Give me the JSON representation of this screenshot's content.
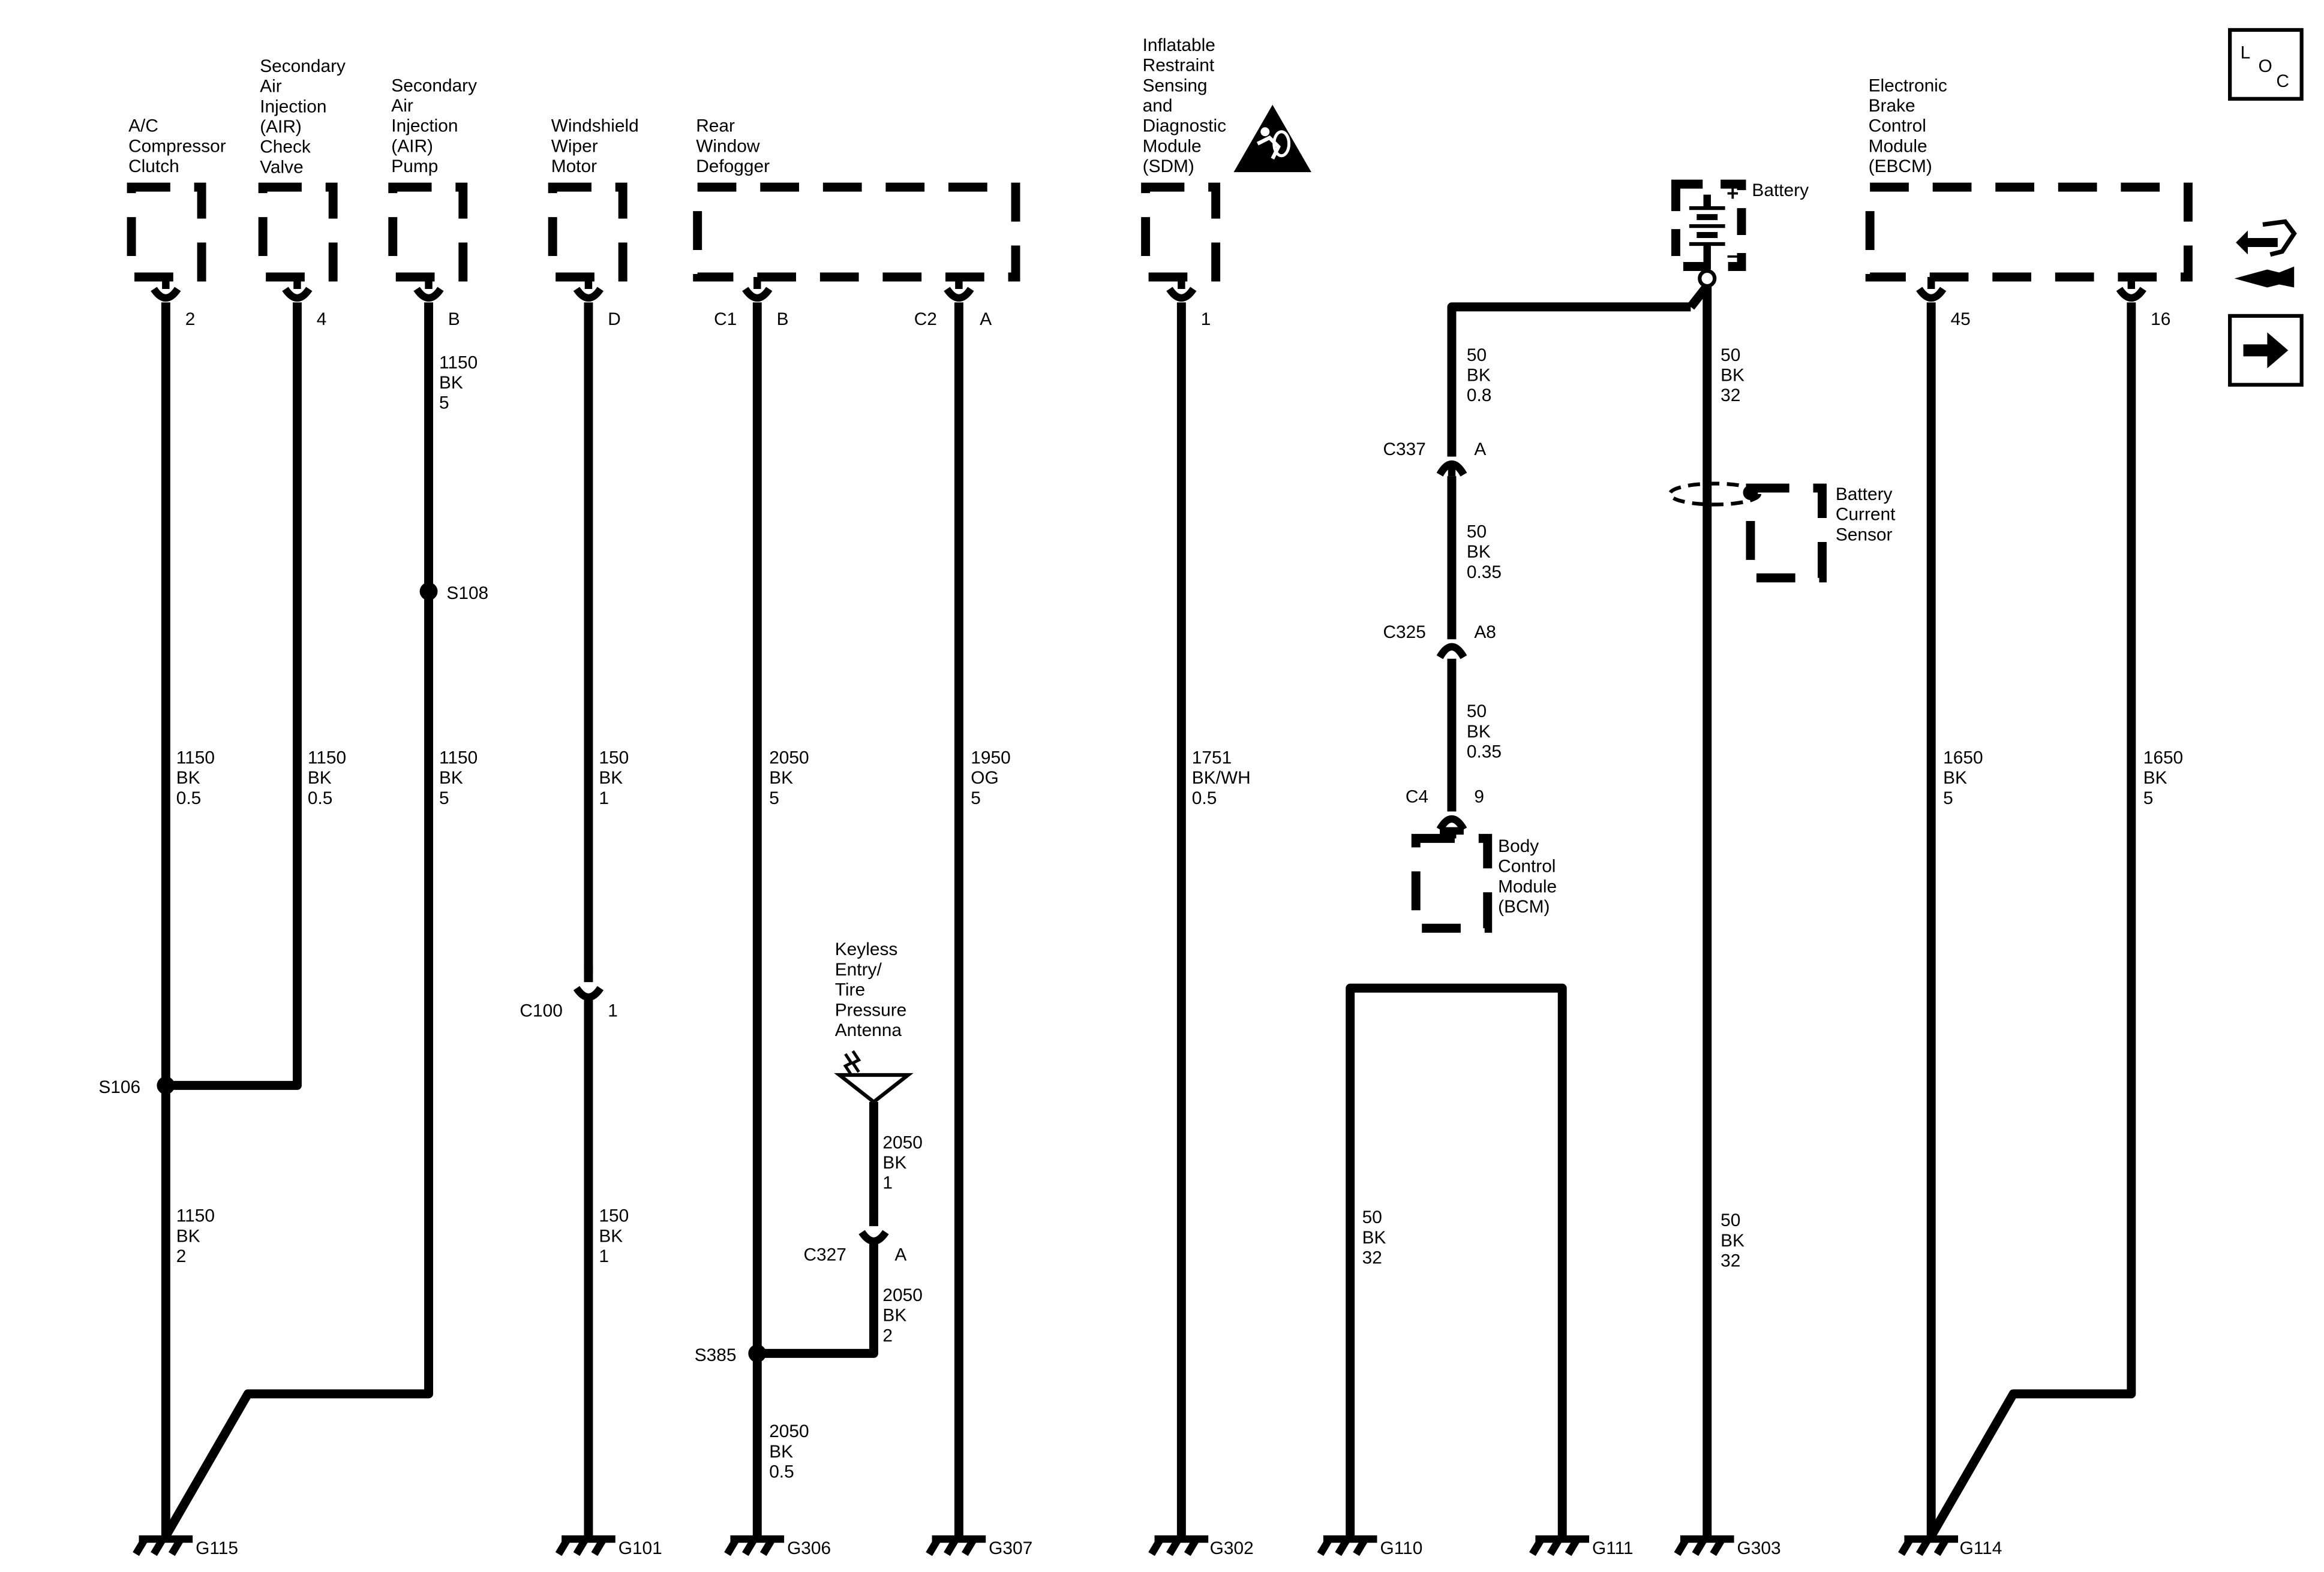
{
  "components": [
    {
      "id": "ac",
      "label": [
        "A/C",
        "Compressor",
        "Clutch"
      ]
    },
    {
      "id": "airvalve",
      "label": [
        "Secondary",
        "Air",
        "Injection",
        "(AIR)",
        "Check",
        "Valve"
      ]
    },
    {
      "id": "airpump",
      "label": [
        "Secondary",
        "Air",
        "Injection",
        "(AIR)",
        "Pump"
      ]
    },
    {
      "id": "wiper",
      "label": [
        "Windshield",
        "Wiper",
        "Motor"
      ]
    },
    {
      "id": "defog",
      "label": [
        "Rear",
        "Window",
        "Defogger"
      ]
    },
    {
      "id": "sdm",
      "label": [
        "Inflatable",
        "Restraint",
        "Sensing",
        "and",
        "Diagnostic",
        "Module",
        "(SDM)"
      ]
    },
    {
      "id": "battery",
      "label": [
        "Battery"
      ]
    },
    {
      "id": "ebcm",
      "label": [
        "Electronic",
        "Brake",
        "Control",
        "Module",
        "(EBCM)"
      ]
    },
    {
      "id": "bcm",
      "label": [
        "Body",
        "Control",
        "Module",
        "(BCM)"
      ]
    },
    {
      "id": "bcs",
      "label": [
        "Battery",
        "Current",
        "Sensor"
      ]
    },
    {
      "id": "antenna",
      "label": [
        "Keyless",
        "Entry/",
        "Tire",
        "Pressure",
        "Antenna"
      ]
    }
  ],
  "pins": [
    {
      "id": "ac",
      "text": "2"
    },
    {
      "id": "airvalve",
      "text": "4"
    },
    {
      "id": "airpump",
      "text": "B"
    },
    {
      "id": "wiper",
      "text": "D"
    },
    {
      "id": "defog_c1",
      "text": "C1"
    },
    {
      "id": "defog_b",
      "text": "B"
    },
    {
      "id": "defog_c2",
      "text": "C2"
    },
    {
      "id": "defog_a",
      "text": "A"
    },
    {
      "id": "sdm",
      "text": "1"
    },
    {
      "id": "ebcm_45",
      "text": "45"
    },
    {
      "id": "ebcm_16",
      "text": "16"
    }
  ],
  "connectors": [
    {
      "id": "c337",
      "name": "C337",
      "pin": "A"
    },
    {
      "id": "c325",
      "name": "C325",
      "pin": "A8"
    },
    {
      "id": "c4",
      "name": "C4",
      "pin": "9"
    },
    {
      "id": "c100",
      "name": "C100",
      "pin": "1"
    },
    {
      "id": "c327",
      "name": "C327",
      "pin": "A"
    }
  ],
  "splices": [
    {
      "id": "s106",
      "text": "S106"
    },
    {
      "id": "s108",
      "text": "S108"
    },
    {
      "id": "s385",
      "text": "S385"
    }
  ],
  "wire_labels": [
    {
      "id": "w1",
      "lines": [
        "1150",
        "BK",
        "0.5"
      ]
    },
    {
      "id": "w2",
      "lines": [
        "1150",
        "BK",
        "0.5"
      ]
    },
    {
      "id": "w3",
      "lines": [
        "1150",
        "BK",
        "5"
      ]
    },
    {
      "id": "w4",
      "lines": [
        "1150",
        "BK",
        "5"
      ]
    },
    {
      "id": "w5",
      "lines": [
        "1150",
        "BK",
        "2"
      ]
    },
    {
      "id": "w6",
      "lines": [
        "150",
        "BK",
        "1"
      ]
    },
    {
      "id": "w7",
      "lines": [
        "150",
        "BK",
        "1"
      ]
    },
    {
      "id": "w8",
      "lines": [
        "2050",
        "BK",
        "5"
      ]
    },
    {
      "id": "w9",
      "lines": [
        "2050",
        "BK",
        "1"
      ]
    },
    {
      "id": "w10",
      "lines": [
        "2050",
        "BK",
        "2"
      ]
    },
    {
      "id": "w11",
      "lines": [
        "2050",
        "BK",
        "0.5"
      ]
    },
    {
      "id": "w12",
      "lines": [
        "1950",
        "OG",
        "5"
      ]
    },
    {
      "id": "w13",
      "lines": [
        "1751",
        "BK/WH",
        "0.5"
      ]
    },
    {
      "id": "w14",
      "lines": [
        "50",
        "BK",
        "0.8"
      ]
    },
    {
      "id": "w15",
      "lines": [
        "50",
        "BK",
        "0.35"
      ]
    },
    {
      "id": "w16",
      "lines": [
        "50",
        "BK",
        "0.35"
      ]
    },
    {
      "id": "w17",
      "lines": [
        "50",
        "BK",
        "32"
      ]
    },
    {
      "id": "w18",
      "lines": [
        "50",
        "BK",
        "32"
      ]
    },
    {
      "id": "w19",
      "lines": [
        "50",
        "BK",
        "32"
      ]
    },
    {
      "id": "w20",
      "lines": [
        "1650",
        "BK",
        "5"
      ]
    },
    {
      "id": "w21",
      "lines": [
        "1650",
        "BK",
        "5"
      ]
    }
  ],
  "grounds": [
    {
      "id": "g115",
      "text": "G115"
    },
    {
      "id": "g101",
      "text": "G101"
    },
    {
      "id": "g306",
      "text": "G306"
    },
    {
      "id": "g307",
      "text": "G307"
    },
    {
      "id": "g302",
      "text": "G302"
    },
    {
      "id": "g110",
      "text": "G110"
    },
    {
      "id": "g111",
      "text": "G111"
    },
    {
      "id": "g303",
      "text": "G303"
    },
    {
      "id": "g114",
      "text": "G114"
    }
  ],
  "loc_icon": {
    "letters": [
      "L",
      "O",
      "C"
    ]
  },
  "battery_signs": {
    "plus": "+",
    "minus": "−"
  },
  "icons": [
    "airbag-warning-icon",
    "loc-icon",
    "service-info-icon",
    "next-arrow-icon",
    "antenna-icon"
  ]
}
